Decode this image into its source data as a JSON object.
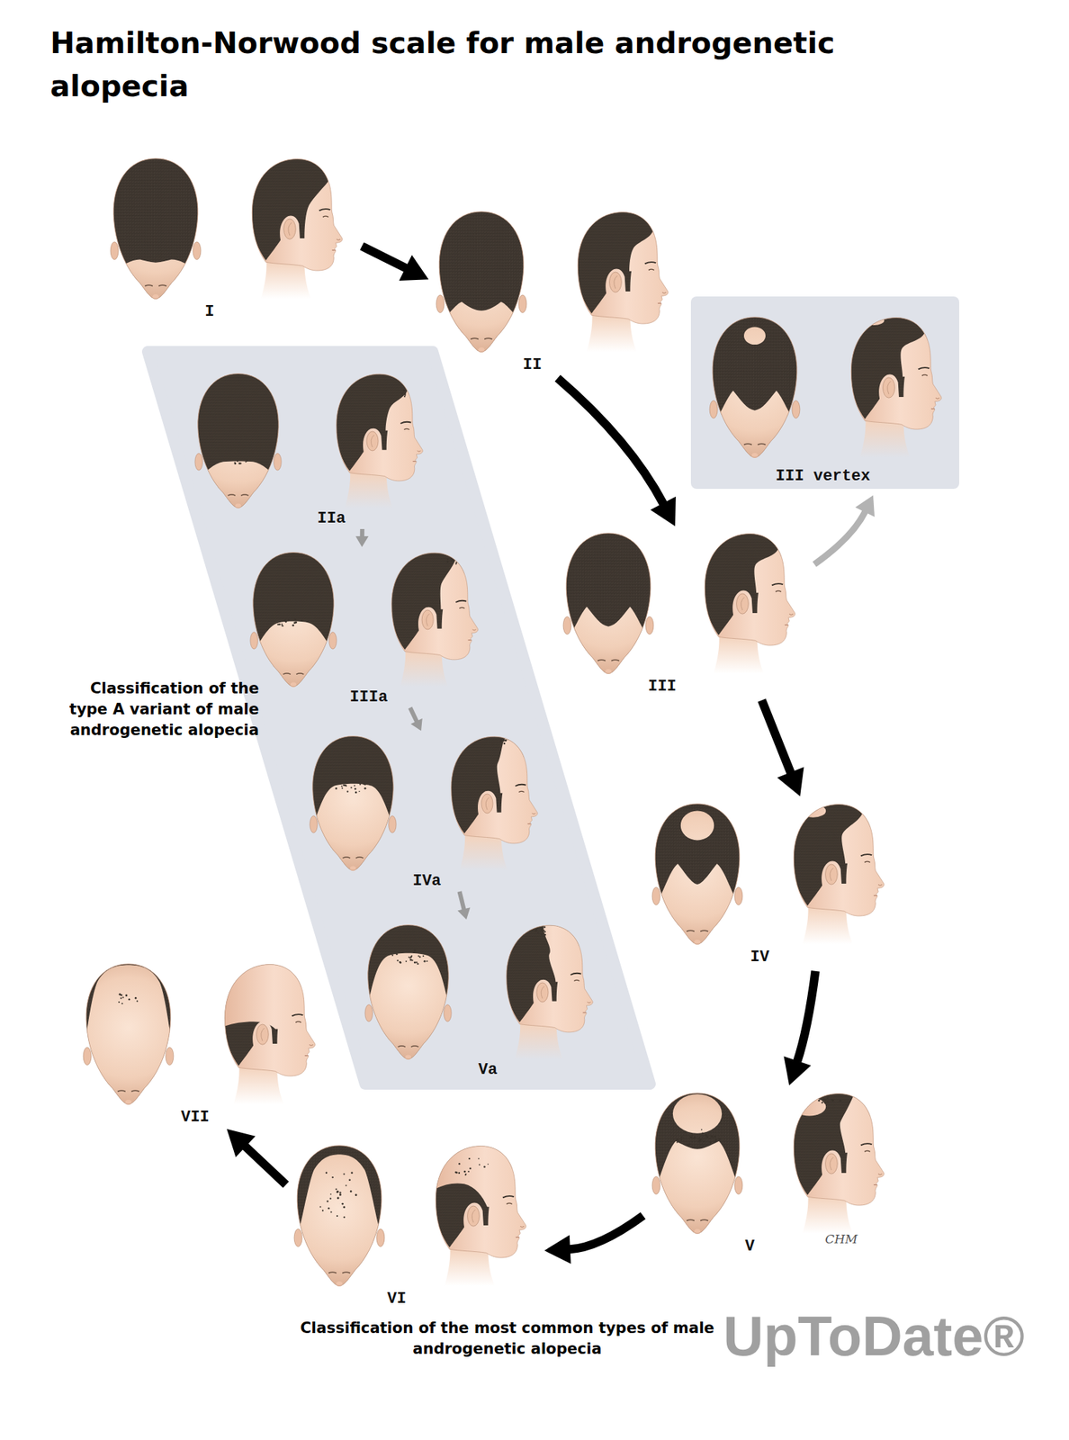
{
  "diagram": {
    "title": "Hamilton-Norwood scale for male androgenetic alopecia",
    "caption": "Classification of the most common types of male androgenetic alopecia",
    "nodes": [
      {
        "text": [
          "I"
        ]
      },
      {
        "text": [
          "II"
        ]
      },
      {
        "text": [
          "Classification of the type A variant of male androgenetic alopecia"
        ]
      },
      {
        "text": [
          "IIa"
        ],
        "in": 2
      },
      {
        "text": [
          "IIIa"
        ],
        "in": 2
      },
      {
        "text": [
          "IVa"
        ],
        "in": 2
      },
      {
        "text": [
          "Va"
        ],
        "in": 2
      },
      {
        "text": [
          "III vertex"
        ]
      },
      {
        "text": [
          "III"
        ]
      },
      {
        "text": [
          "IV"
        ]
      },
      {
        "text": [
          "V"
        ]
      },
      {
        "text": [
          "VI"
        ]
      },
      {
        "text": [
          "VII"
        ]
      }
    ],
    "edges": [
      {
        "from": 0,
        "to": 1,
        "arrow": "to"
      },
      {
        "from": 1,
        "to": 8,
        "arrow": "to"
      },
      {
        "from": 8,
        "to": 7,
        "arrow": "to"
      },
      {
        "from": 3,
        "to": 4,
        "arrow": "to"
      },
      {
        "from": 4,
        "to": 5,
        "arrow": "to"
      },
      {
        "from": 5,
        "to": 6,
        "arrow": "to"
      },
      {
        "from": 8,
        "to": 9,
        "arrow": "to"
      },
      {
        "from": 9,
        "to": 10,
        "arrow": "to"
      },
      {
        "from": 10,
        "to": 11,
        "arrow": "to"
      },
      {
        "from": 11,
        "to": 12,
        "arrow": "to"
      }
    ],
    "labels": [
      "CHM",
      "UpToDate®"
    ]
  }
}
